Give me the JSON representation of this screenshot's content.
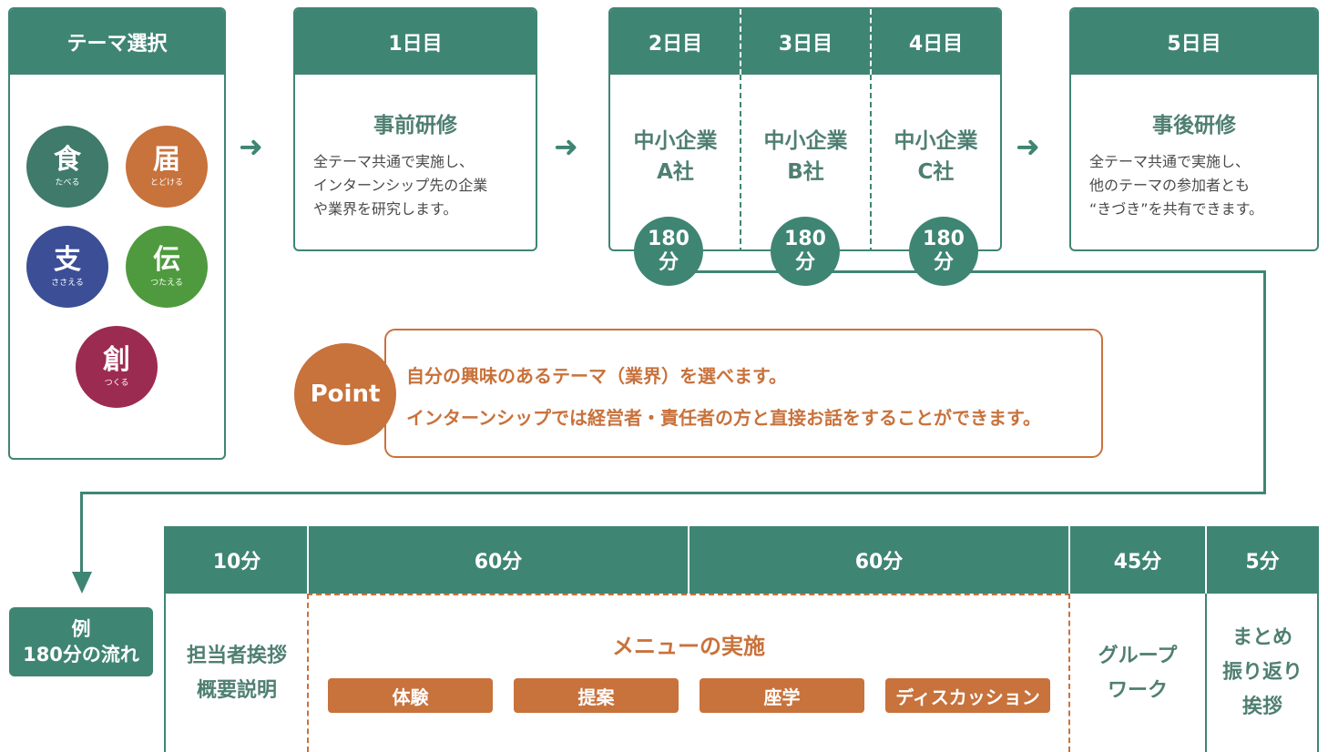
{
  "themes": {
    "header": "テーマ選択",
    "items": [
      {
        "kanji": "食",
        "reading": "たべる",
        "color": "#3f7a6a"
      },
      {
        "kanji": "届",
        "reading": "とどける",
        "color": "#c8723c"
      },
      {
        "kanji": "支",
        "reading": "ささえる",
        "color": "#3b4e96"
      },
      {
        "kanji": "伝",
        "reading": "つたえる",
        "color": "#4f9a3e"
      },
      {
        "kanji": "創",
        "reading": "つくる",
        "color": "#9c2b52"
      }
    ]
  },
  "day1": {
    "header": "1日目",
    "title": "事前研修",
    "desc": [
      "全テーマ共通で実施し、",
      "インターンシップ先の企業",
      "や業界を研究します。"
    ]
  },
  "days234": {
    "headers": [
      "2日目",
      "3日目",
      "4日目"
    ],
    "companies": [
      {
        "line1": "中小企業",
        "line2": "A社"
      },
      {
        "line1": "中小企業",
        "line2": "B社"
      },
      {
        "line1": "中小企業",
        "line2": "C社"
      }
    ],
    "durations": [
      {
        "num": "180",
        "unit": "分"
      },
      {
        "num": "180",
        "unit": "分"
      },
      {
        "num": "180",
        "unit": "分"
      }
    ]
  },
  "day5": {
    "header": "5日目",
    "title": "事後研修",
    "desc": [
      "全テーマ共通で実施し、",
      "他のテーマの参加者とも",
      "“きづき”を共有できます。"
    ]
  },
  "arrow_glyph": "➜",
  "point": {
    "badge": "Point",
    "line1": "自分の興味のあるテーマ（業界）を選べます。",
    "line2": "インターンシップでは経営者・責任者の方と直接お話をすることができます。"
  },
  "example": {
    "line1": "例",
    "line2": "180分の流れ"
  },
  "schedule": {
    "times": [
      "10分",
      "60分",
      "60分",
      "45分",
      "5分"
    ],
    "col1": [
      "担当者挨拶",
      "概要説明"
    ],
    "menu_title": "メニューの実施",
    "menu_items": [
      "体験",
      "提案",
      "座学",
      "ディスカッション"
    ],
    "col4": [
      "グループ",
      "ワーク"
    ],
    "col5": [
      "まとめ",
      "振り返り",
      "挨拶"
    ]
  },
  "colors": {
    "teal": "#3f8574",
    "orange": "#c8723c"
  }
}
